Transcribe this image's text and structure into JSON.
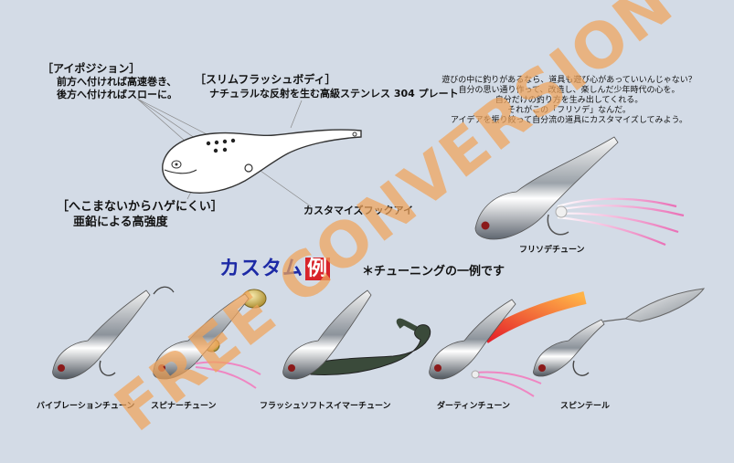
{
  "callouts": {
    "eye_position": {
      "label": "［アイポジション］",
      "lines": [
        "前方へ付ければ高速巻き、",
        "後方へ付ければスローに。"
      ]
    },
    "slim_body": {
      "label": "［スリムフラッシュボディ］",
      "lines": [
        "ナチュラルな反射を生む高級ステンレス 304 プレート"
      ]
    },
    "zinc": {
      "label": "［へこまないからハゲにくい］",
      "lines": [
        "亜鉛による高強度"
      ]
    },
    "hook_eye": "カスタマイズフックアイ"
  },
  "copy": [
    "遊びの中に釣りがあるなら、道具も遊び心があっていいんじゃない？",
    "自分の思い通り作って、改造し、楽しんだ少年時代の心を。",
    "自分だけの釣り方を生み出してくれる。",
    "それがこの「フリソデ」なんだ。",
    "アイデアを振り絞って自分流の道具にカスタマイズしてみよう。"
  ],
  "featured_caption": "フリソデチューン",
  "custom": {
    "heading_main": "カスタム",
    "heading_accent": "例",
    "note": "＊チューニングの一例です"
  },
  "variants": [
    "バイブレーションチューン",
    "スピナーチューン",
    "フラッシュソフトスイマーチューン",
    "ダーティンチューン",
    "スピンテール"
  ],
  "watermark": "FREE CONVERSION",
  "colors": {
    "background": "#d3dbe6",
    "heading": "#1d2aa6",
    "accent_red": "#d8242b",
    "watermark": "#f0a35a"
  }
}
